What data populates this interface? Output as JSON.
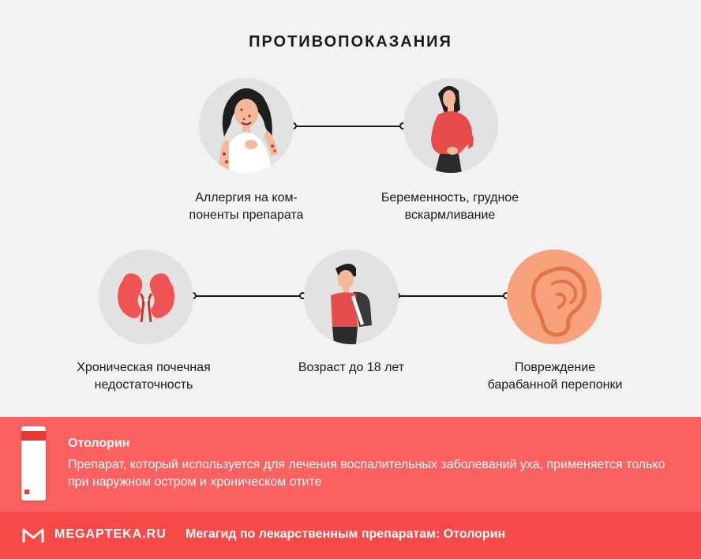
{
  "title": "ПРОТИВОПОКАЗАНИЯ",
  "contraindications": [
    {
      "label": "Аллергия на ком-\nпоненты препарата",
      "icon": "allergy-woman"
    },
    {
      "label": "Беременность, грудное\nвскармливание",
      "icon": "pregnant-woman"
    },
    {
      "label": "Хроническая почечная\nнедостаточность",
      "icon": "kidneys"
    },
    {
      "label": "Возраст до 18 лет",
      "icon": "schoolboy"
    },
    {
      "label": "Повреждение\nбарабанной перепонки",
      "icon": "ear"
    }
  ],
  "drug": {
    "name": "Отолорин",
    "description": "Препарат, который используется для лечения воспалительных заболеваний уха, применяется только при наружном остром и хроническом отите"
  },
  "footer": {
    "logo": "MEGAPTEKA.RU",
    "text": "Мегагид по лекарственным препаратам: Отолорин"
  },
  "colors": {
    "banner": "#fa6160",
    "footer": "#f54a48",
    "circle": "#e2e2e2",
    "ear_circle": "#f7a27d"
  }
}
